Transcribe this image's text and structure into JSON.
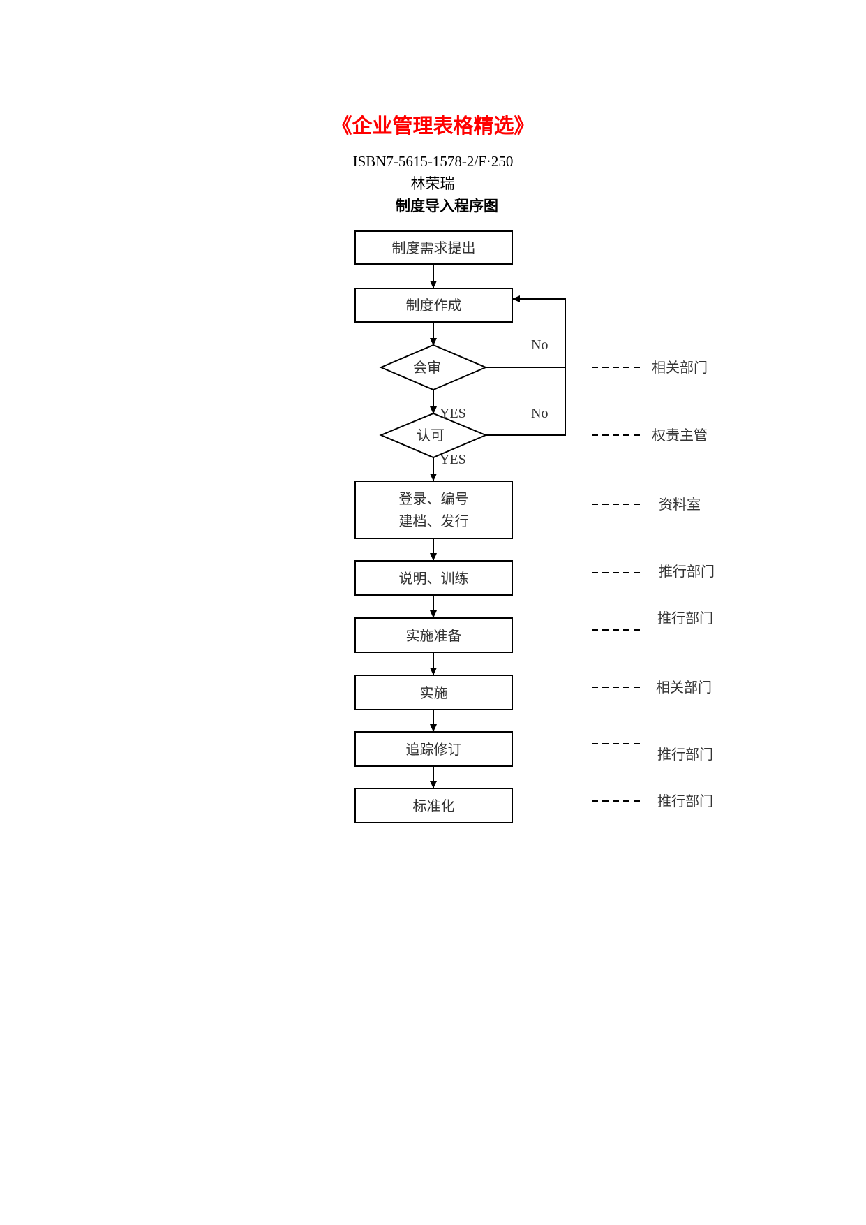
{
  "header": {
    "book_title": "《企业管理表格精选》",
    "isbn": "ISBN7-5615-1578-2/F·250",
    "author": "林荣瑞",
    "chart_title": "制度导入程序图"
  },
  "steps": [
    {
      "id": "propose",
      "label": "制度需求提出"
    },
    {
      "id": "create",
      "label": "制度作成"
    },
    {
      "id": "register",
      "label": "登录、编号\n建档、发行"
    },
    {
      "id": "explain",
      "label": "说明、训练"
    },
    {
      "id": "prepare",
      "label": "实施准备"
    },
    {
      "id": "implement",
      "label": "实施"
    },
    {
      "id": "track",
      "label": "追踪修订"
    },
    {
      "id": "standardize",
      "label": "标准化"
    }
  ],
  "decisions": [
    {
      "id": "review",
      "label": "会审",
      "yes": "YES",
      "no": "No"
    },
    {
      "id": "approve",
      "label": "认可",
      "yes": "YES",
      "no": "No"
    }
  ],
  "responsible": [
    {
      "step": "review",
      "dept": "相关部门"
    },
    {
      "step": "approve",
      "dept": "权责主管"
    },
    {
      "step": "register",
      "dept": "资料室"
    },
    {
      "step": "explain",
      "dept": "推行部门"
    },
    {
      "step": "prepare",
      "dept": "推行部门"
    },
    {
      "step": "implement",
      "dept": "相关部门"
    },
    {
      "step": "track",
      "dept": "推行部门"
    },
    {
      "step": "standardize",
      "dept": "推行部门"
    }
  ]
}
